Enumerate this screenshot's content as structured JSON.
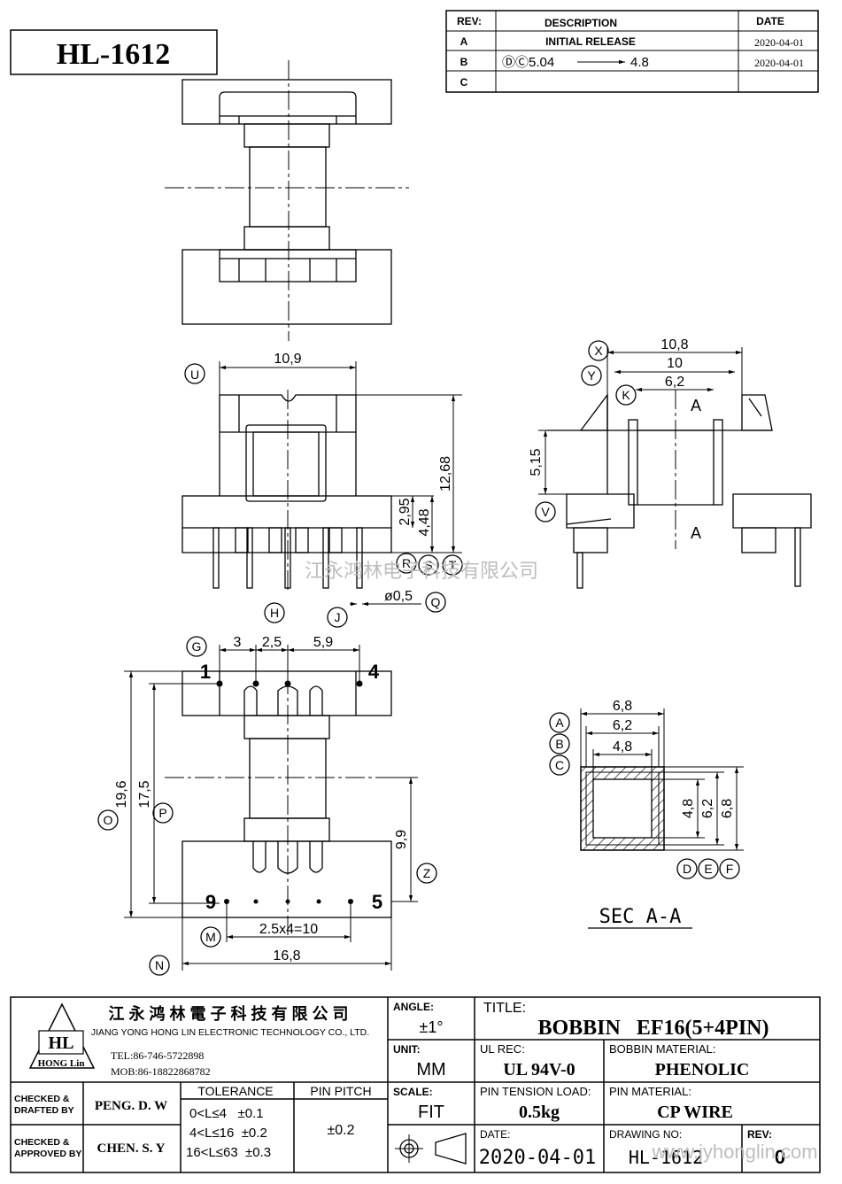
{
  "part_no": "HL-1612",
  "rev_table": {
    "headers": {
      "rev": "REV:",
      "description": "DESCRIPTION",
      "date": "DATE"
    },
    "rows": [
      {
        "rev": "A",
        "description": "INITIAL RELEASE",
        "date": "2020-04-01"
      },
      {
        "rev": "B",
        "description_prefix": "ⒹⒸ5.04",
        "description_suffix": "4.8",
        "date": "2020-04-01"
      },
      {
        "rev": "C",
        "description": "",
        "date": ""
      }
    ]
  },
  "views": {
    "front": {
      "label_U": "U",
      "dim_width": "10,9",
      "dim_height": "12,68",
      "dim_a": "2,95",
      "dim_b": "4,48",
      "label_R": "R",
      "label_S": "S",
      "label_T": "T",
      "dim_pin_dia": "ø0,5",
      "label_Q": "Q",
      "label_J": "J"
    },
    "side": {
      "label_X": "X",
      "label_Y": "Y",
      "label_K": "K",
      "label_V": "V",
      "dim_108": "10,8",
      "dim_10": "10",
      "dim_62": "6,2",
      "dim_515": "5,15",
      "section_mark": "A"
    },
    "bottom": {
      "label_H": "H",
      "label_G": "G",
      "label_O": "O",
      "label_P": "P",
      "label_Z": "Z",
      "label_M": "M",
      "label_N": "N",
      "dim_3": "3",
      "dim_25": "2,5",
      "dim_59": "5,9",
      "dim_196": "19,6",
      "dim_175": "17,5",
      "dim_99": "9,9",
      "dim_pitch": "2.5x4=10",
      "dim_168": "16,8",
      "pin_1": "1",
      "pin_4": "4",
      "pin_9": "9",
      "pin_5": "5"
    },
    "section": {
      "label_A": "A",
      "label_B": "B",
      "label_C": "C",
      "label_D": "D",
      "label_E": "E",
      "label_F": "F",
      "dim_68": "6,8",
      "dim_62": "6,2",
      "dim_48": "4,8",
      "title": "SEC A-A"
    }
  },
  "watermark": "江永鸿林电子科技有限公司",
  "title_block": {
    "company_cn": "江 永 鸿 林 電 子 科 技 有 限 公 司",
    "company_en": "JIANG YONG HONG LIN ELECTRONIC TECHNOLOGY CO., LTD.",
    "tel": "TEL:86-746-5722898",
    "mob": "MOB:86-18822868782",
    "logo_text": "HONG Lin",
    "angle_label": "ANGLE:",
    "angle_value": "±1°",
    "unit_label": "UNIT:",
    "unit_value": "MM",
    "scale_label": "SCALE:",
    "scale_value": "FIT",
    "title_label": "TITLE:",
    "title_value": "BOBBIN   EF16(5+4PIN)",
    "ul_label": "UL REC:",
    "ul_value": "UL 94V-0",
    "material_label": "BOBBIN MATERIAL:",
    "material_value": "PHENOLIC",
    "pin_tension_label": "PIN TENSION LOAD:",
    "pin_tension_value": "0.5kg",
    "pin_material_label": "PIN MATERIAL:",
    "pin_material_value": "CP WIRE",
    "date_label": "DATE:",
    "date_value": "2020-04-01",
    "drawing_no_label": "DRAWING NO:",
    "drawing_no_value": "HL-1612",
    "rev_label": "REV:",
    "rev_value": "0",
    "checked_drafted_label": "CHECKED & DRAFTED BY",
    "checked_drafted_value": "PENG. D. W",
    "checked_approved_label": "CHECKED & APPROVED BY",
    "checked_approved_value": "CHEN. S. Y",
    "tolerance_label": "TOLERANCE",
    "tolerance_rows": [
      "0<L≤4   ±0.1",
      "4<L≤16  ±0.2",
      "16<L≤63  ±0.3"
    ],
    "pin_pitch_label": "PIN PITCH",
    "pin_pitch_value": "±0.2",
    "website": "www.jyhonglin.com"
  }
}
